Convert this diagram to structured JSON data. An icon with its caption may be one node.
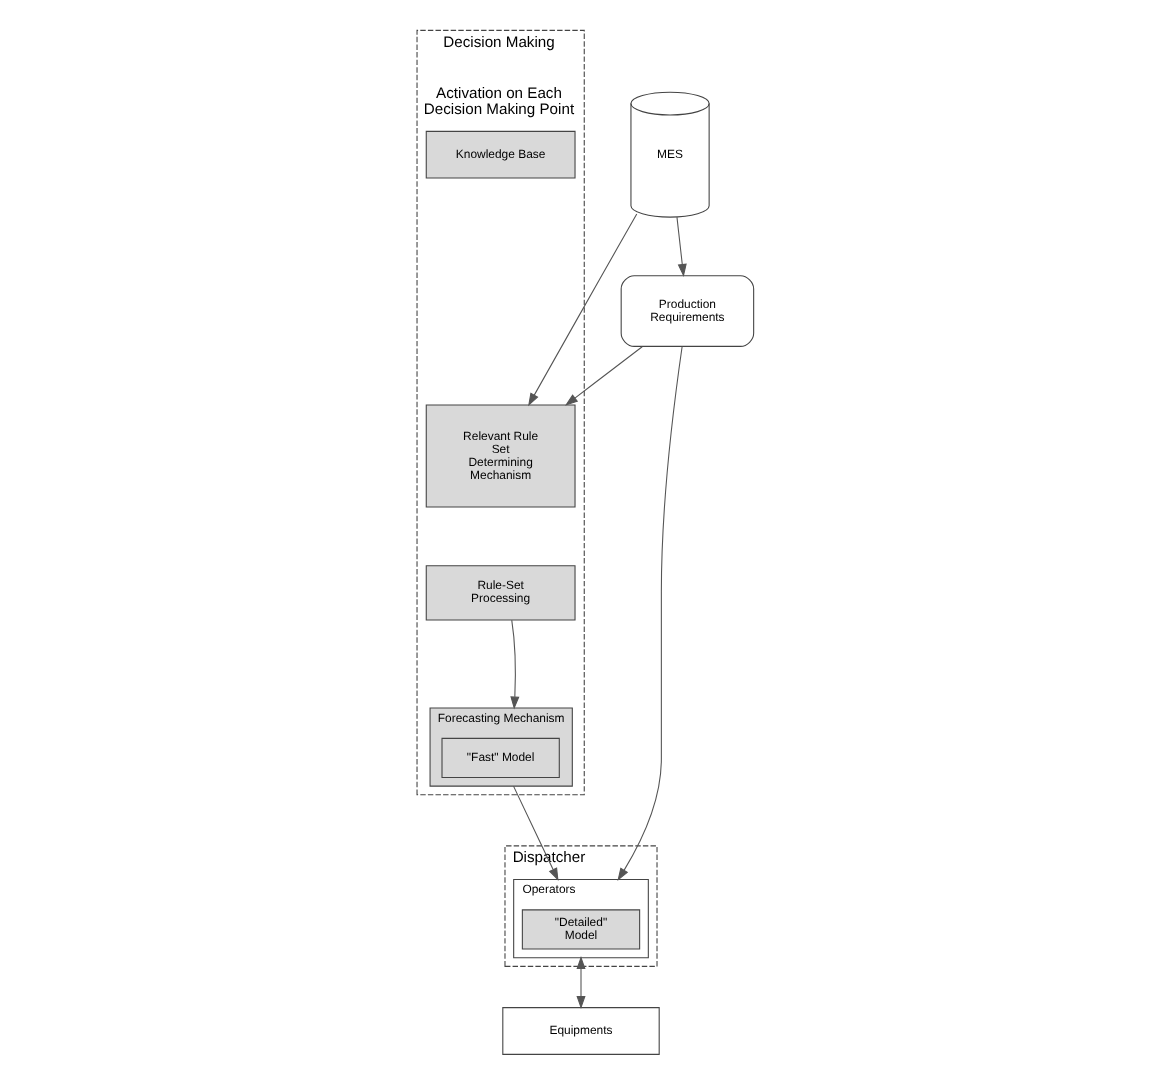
{
  "diagram": {
    "nodes": [
      {
        "text": [
          "Decision Making",
          "Activation on Each Decision Making Point"
        ]
      },
      {
        "text": [
          "Knowledge Base"
        ],
        "in": 0
      },
      {
        "text": [
          "Relevant Rule Set Determining Mechanism"
        ],
        "in": 0
      },
      {
        "text": [
          "Rule-Set Processing"
        ],
        "in": 0
      },
      {
        "text": [
          "Forecasting Mechanism"
        ],
        "in": 0
      },
      {
        "text": [
          "\"Fast\" Model"
        ],
        "in": 4
      },
      {
        "text": [
          "MES"
        ]
      },
      {
        "text": [
          "Production Requirements"
        ]
      },
      {
        "text": [
          "Dispatcher"
        ]
      },
      {
        "text": [
          "Operators"
        ],
        "in": 8
      },
      {
        "text": [
          "\"Detailed\" Model"
        ],
        "in": 9
      },
      {
        "text": [
          "Equipments"
        ]
      }
    ],
    "edges": [
      {
        "from": 6,
        "to": 2,
        "arrow": "to"
      },
      {
        "from": 6,
        "to": 7,
        "arrow": "to"
      },
      {
        "from": 7,
        "to": 2,
        "arrow": "to"
      },
      {
        "from": 3,
        "to": 4,
        "arrow": "to"
      },
      {
        "from": 7,
        "to": 9,
        "arrow": "to"
      },
      {
        "from": 4,
        "to": 9,
        "arrow": "to"
      },
      {
        "from": 9,
        "to": 11,
        "arrow": "both"
      }
    ]
  }
}
